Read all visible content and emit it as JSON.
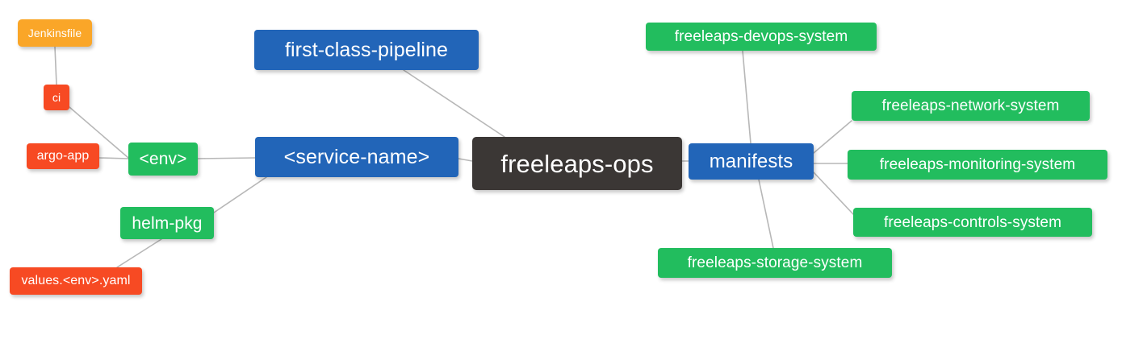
{
  "diagram": {
    "type": "mindmap",
    "title": "freeleaps-ops",
    "background": "#ffffff",
    "edge_color": "#b7b7b7",
    "palette": {
      "root": "#3B3735",
      "branch_blue": "#2265B8",
      "green": "#22BD5E",
      "orange": "#FAA628",
      "red": "#F74A23",
      "text": "#ffffff"
    }
  },
  "nodes": {
    "root": {
      "label": "freeleaps-ops",
      "color": "#3B3735"
    },
    "first_class_pipeline": {
      "label": "first-class-pipeline",
      "color": "#2265B8"
    },
    "service_name": {
      "label": "<service-name>",
      "color": "#2265B8"
    },
    "manifests": {
      "label": "manifests",
      "color": "#2265B8"
    },
    "env": {
      "label": "<env>",
      "color": "#22BD5E"
    },
    "helm_pkg": {
      "label": "helm-pkg",
      "color": "#22BD5E"
    },
    "jenkinsfile": {
      "label": "Jenkinsfile",
      "color": "#FAA628"
    },
    "ci": {
      "label": "ci",
      "color": "#F74A23"
    },
    "argo_app": {
      "label": "argo-app",
      "color": "#F74A23"
    },
    "values_yaml": {
      "label": "values.<env>.yaml",
      "color": "#F74A23"
    },
    "devops_system": {
      "label": "freeleaps-devops-system",
      "color": "#22BD5E"
    },
    "network_system": {
      "label": "freeleaps-network-system",
      "color": "#22BD5E"
    },
    "monitoring_system": {
      "label": "freeleaps-monitoring-system",
      "color": "#22BD5E"
    },
    "controls_system": {
      "label": "freeleaps-controls-system",
      "color": "#22BD5E"
    },
    "storage_system": {
      "label": "freeleaps-storage-system",
      "color": "#22BD5E"
    }
  },
  "edges": [
    {
      "from": "root",
      "to": "first_class_pipeline"
    },
    {
      "from": "root",
      "to": "service_name"
    },
    {
      "from": "root",
      "to": "manifests"
    },
    {
      "from": "service_name",
      "to": "env"
    },
    {
      "from": "service_name",
      "to": "helm_pkg"
    },
    {
      "from": "env",
      "to": "ci"
    },
    {
      "from": "env",
      "to": "argo_app"
    },
    {
      "from": "ci",
      "to": "jenkinsfile"
    },
    {
      "from": "helm_pkg",
      "to": "values_yaml"
    },
    {
      "from": "manifests",
      "to": "devops_system"
    },
    {
      "from": "manifests",
      "to": "network_system"
    },
    {
      "from": "manifests",
      "to": "monitoring_system"
    },
    {
      "from": "manifests",
      "to": "controls_system"
    },
    {
      "from": "manifests",
      "to": "storage_system"
    }
  ]
}
